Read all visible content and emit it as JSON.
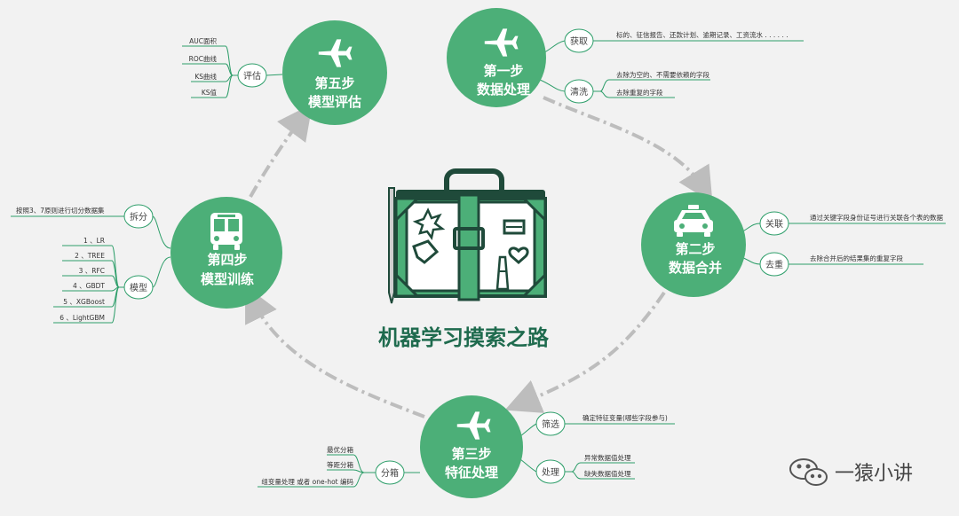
{
  "title": "机器学习摸索之路",
  "brand": "一猿小讲",
  "colors": {
    "green": "#4caf78",
    "dark_green": "#1f6b4e",
    "line": "#2e9e6a",
    "dash": "#bdbdbd",
    "bg": "#f2f2f2"
  },
  "steps": {
    "s1": {
      "line1": "第一步",
      "line2": "数据处理",
      "icon": "airplane-icon"
    },
    "s2": {
      "line1": "第二步",
      "line2": "数据合并",
      "icon": "taxi-icon"
    },
    "s3": {
      "line1": "第三步",
      "line2": "特征处理",
      "icon": "airplane-icon"
    },
    "s4": {
      "line1": "第四步",
      "line2": "模型训练",
      "icon": "bus-icon"
    },
    "s5": {
      "line1": "第五步",
      "line2": "模型评估",
      "icon": "airplane-icon"
    }
  },
  "branches": {
    "s1_b1": "获取",
    "s1_b2": "清洗",
    "s2_b1": "关联",
    "s2_b2": "去重",
    "s3_b1": "筛选",
    "s3_b2": "处理",
    "s3_b3": "分箱",
    "s4_b1": "拆分",
    "s4_b2": "模型",
    "s5_b1": "评估"
  },
  "leaves": {
    "s1_l1": "标的、征信报告、还款计划、逾期记录、工资流水 . . . . . .",
    "s1_l2": "去除为空的、不需要依赖的字段",
    "s1_l3": "去除重复的字段",
    "s2_l1": "通过关键字段身份证号进行关联各个表的数据",
    "s2_l2": "去除合并后的结果集的重复字段",
    "s3_l1": "确定特征变量(哪些字段参与)",
    "s3_l2": "异常数据值处理",
    "s3_l3": "缺失数据值处理",
    "s3_l4": "最优分箱",
    "s3_l5": "等距分箱",
    "s3_l6": "组变量处理 或者 one-hot 编码",
    "s4_l1": "按照3、7原则进行切分数据集",
    "s4_l2": "1 、LR",
    "s4_l3": "2 、TREE",
    "s4_l4": "3 、RFC",
    "s4_l5": "4 、GBDT",
    "s4_l6": "5 、XGBoost",
    "s4_l7": "6 、LightGBM",
    "s5_l1": "AUC面积",
    "s5_l2": "ROC曲线",
    "s5_l3": "KS曲线",
    "s5_l4": "KS值"
  }
}
